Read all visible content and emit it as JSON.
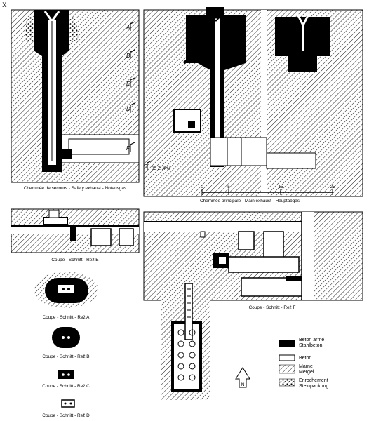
{
  "corner_mark": "X",
  "labels": {
    "safety_exhaust": "Cheminée de secours - Safety exhaust - Notausgas",
    "main_exhaust": "Cheminée principale - Main exhaust - Hauptabgas",
    "section_e1": "Coupe - Schnitt - Rež E",
    "section_f": "Coupe - Schnitt - Rež F",
    "section_a": "Coupe - Schnitt - Rež A",
    "section_b": "Coupe - Schnitt - Rež B",
    "section_c": "Coupe - Schnitt - Rež C",
    "section_d": "Coupe - Schnitt - Rež D"
  },
  "section_marks": [
    "A",
    "B",
    "E",
    "D",
    "F",
    "C"
  ],
  "inline_text": {
    "scale_note": "85 Z JPU",
    "north": "N"
  },
  "scale": {
    "ticks": [
      "0",
      "5",
      "15",
      "25"
    ]
  },
  "legend": [
    {
      "swatch": "black",
      "text": "Beton armé\nStahlbeton"
    },
    {
      "swatch": "white",
      "text": "Beton"
    },
    {
      "swatch": "hatch",
      "text": "Marne\nMergel"
    },
    {
      "swatch": "rubble",
      "text": "Enrochement\nSteinpackung"
    }
  ]
}
